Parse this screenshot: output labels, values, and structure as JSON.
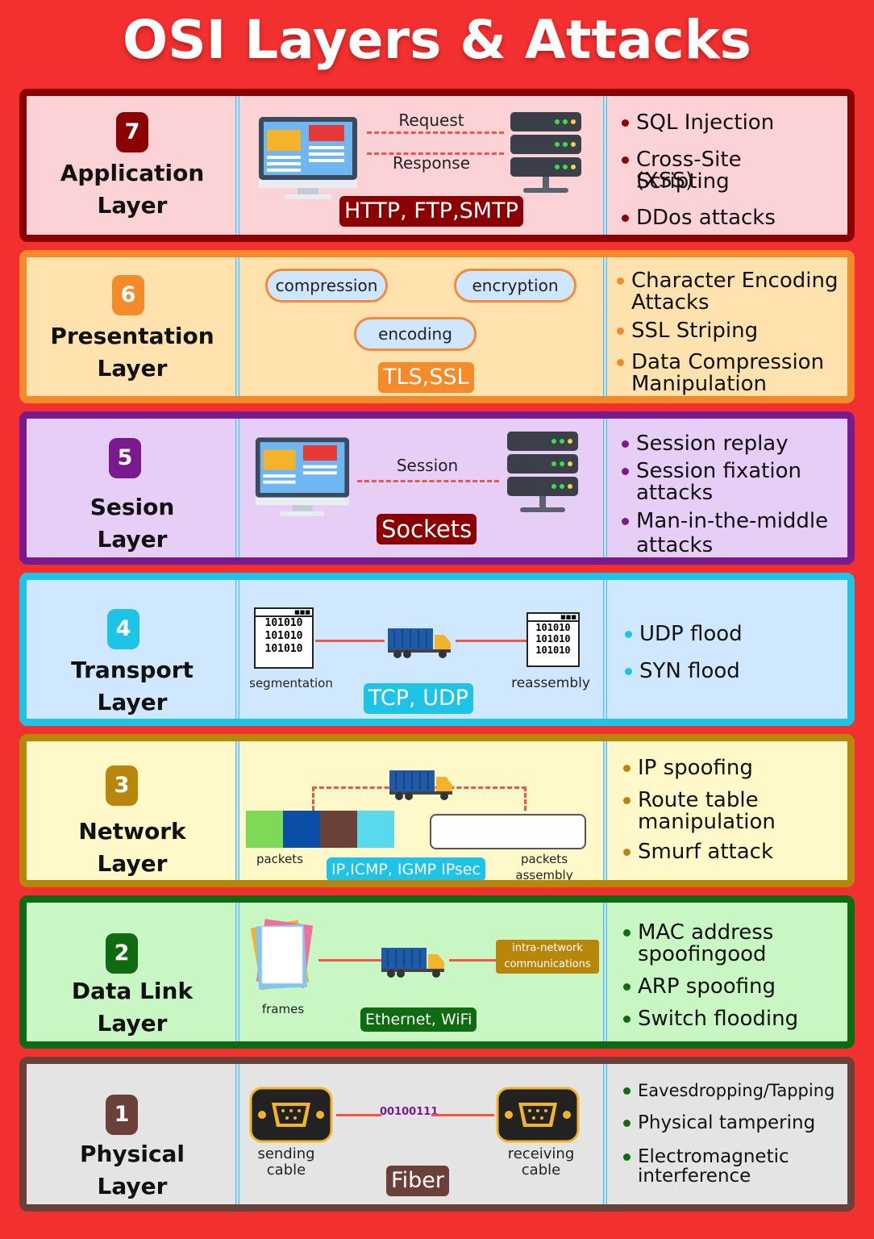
{
  "title": "OSI Layers & Attacks",
  "colors": {
    "background": "#f2302f",
    "layer7": "#8b0000",
    "layer6": "#f58a2b",
    "layer5": "#7a1a8f",
    "layer4": "#1ec3e8",
    "layer3": "#b8860b",
    "layer2": "#0e6b12",
    "layer1": "#6b4038"
  },
  "layers": {
    "l7": {
      "number": "7",
      "name_line1": "Application",
      "name_line2": "Layer",
      "request": "Request",
      "response": "Response",
      "protocols": "HTTP, FTP,SMTP",
      "attacks": [
        "SQL Injection",
        "Cross-Site Scripting",
        "(XSS)",
        "DDos attacks"
      ]
    },
    "l6": {
      "number": "6",
      "name_line1": "Presentation",
      "name_line2": "Layer",
      "pill_compression": "compression",
      "pill_encryption": "encryption",
      "pill_encoding": "encoding",
      "protocols": "TLS,SSL",
      "attacks": [
        "Character Encoding",
        "Attacks",
        "SSL Striping",
        "Data Compression",
        "Manipulation"
      ]
    },
    "l5": {
      "number": "5",
      "name_line1": "Sesion",
      "name_line2": "Layer",
      "session": "Session",
      "protocols": "Sockets",
      "attacks": [
        "Session replay",
        "Session fixation",
        "attacks",
        "Man-in-the-middle",
        "attacks"
      ]
    },
    "l4": {
      "number": "4",
      "name_line1": "Transport",
      "name_line2": "Layer",
      "binary": "101010",
      "segmentation": "segmentation",
      "reassembly": "reassembly",
      "protocols": "TCP, UDP",
      "attacks": [
        "UDP flood",
        "SYN flood"
      ]
    },
    "l3": {
      "number": "3",
      "name_line1": "Network",
      "name_line2": "Layer",
      "packets": "packets",
      "packets_assembly_1": "packets",
      "packets_assembly_2": "assembly",
      "protocols": "IP,ICMP, IGMP IPsec",
      "attacks": [
        "IP spoofing",
        "Route table",
        "manipulation",
        "Smurf attack"
      ]
    },
    "l2": {
      "number": "2",
      "name_line1": "Data Link",
      "name_line2": "Layer",
      "frames": "frames",
      "intra_1": "intra-network",
      "intra_2": "communications",
      "protocols": "Ethernet, WiFi",
      "attacks": [
        "MAC address",
        "spoofingood",
        "ARP spoofing",
        "Switch flooding"
      ]
    },
    "l1": {
      "number": "1",
      "name_line1": "Physical",
      "name_line2": "Layer",
      "bits": "00100111",
      "sending_1": "sending",
      "sending_2": "cable",
      "receiving_1": "receiving",
      "receiving_2": "cable",
      "protocols": "Fiber",
      "attacks": [
        "Eavesdropping/Tapping",
        "Physical tampering",
        "Electromagnetic",
        "interference"
      ]
    }
  }
}
